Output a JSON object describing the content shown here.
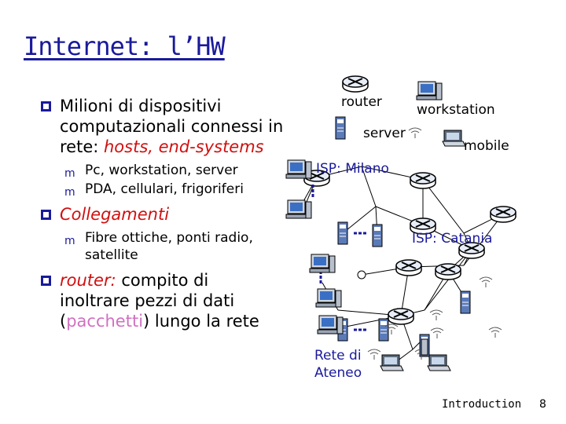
{
  "title": "Internet: l’HW",
  "bullets": {
    "b1_text": "Milioni di dispositivi computazionali connessi in rete: ",
    "b1_highlight": "hosts, end-systems",
    "b1_sub": [
      "Pc, workstation, server",
      "PDA,  cellulari, frigoriferi"
    ],
    "b2_text": "Collegamenti",
    "b2_sub": [
      "Fibre ottiche, ponti radio, satellite"
    ],
    "b3_highlight": "router:",
    "b3_text_a": " compito di inoltrare pezzi di dati (",
    "b3_pink": "pacchetti",
    "b3_text_b": ") lungo la rete"
  },
  "legend": {
    "router": "router",
    "workstation": "workstation",
    "server": "server",
    "mobile": "mobile"
  },
  "labels": {
    "isp_milano": "ISP: Milano",
    "isp_catania": "ISP: Catania",
    "rete_ateneo": "Rete di\nAteneo"
  },
  "footer": {
    "section": "Introduction",
    "page": "8"
  },
  "colors": {
    "title": "#1a1a9c",
    "highlight": "#d01010",
    "pink": "#d070c0",
    "network_label": "#1a1a9c"
  },
  "icons": [
    "bullet-q-icon",
    "bullet-m-icon",
    "router-icon",
    "server-icon",
    "workstation-icon",
    "laptop-icon",
    "antenna-icon"
  ]
}
